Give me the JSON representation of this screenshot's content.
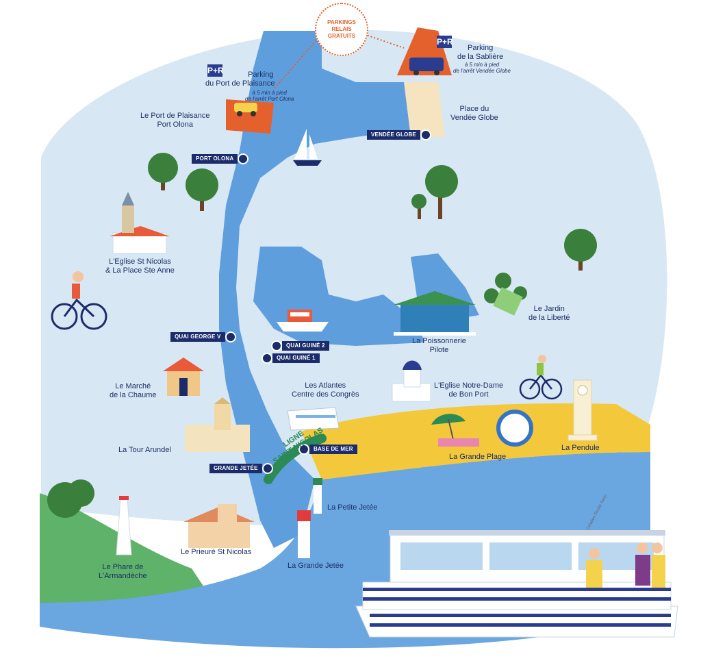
{
  "badge": {
    "line1": "PARKINGS",
    "line2": "RELAIS",
    "line3": "GRATUITS"
  },
  "parking_icon": "P+R",
  "parkings": {
    "plaisance": {
      "title_l1": "Parking",
      "title_l2": "du Port de Plaisance",
      "note_l1": "à 5 min à pied",
      "note_l2": "de l'arrêt Port Olona"
    },
    "sabliere": {
      "title_l1": "Parking",
      "title_l2": "de la Sablière",
      "note_l1": "à 5 min à pied",
      "note_l2": "de l'arrêt Vendée Globe"
    }
  },
  "stops": {
    "vendee_globe": "VENDÉE GLOBE",
    "port_olona": "PORT OLONA",
    "quai_george": "QUAI GEORGE V",
    "quai_guine2": "QUAI GUINÉ 2",
    "quai_guine1": "QUAI GUINÉ 1",
    "base_de_mer": "BASE DE MER",
    "grande_jetee": "GRANDE JETÉE"
  },
  "line_name": {
    "l1": "LIGNE",
    "l2": "SAINT-NICOLAS"
  },
  "places": {
    "port_plaisance": {
      "l1": "Le Port de Plaisance",
      "l2": "Port Olona"
    },
    "vendee_globe": {
      "l1": "Place du",
      "l2": "Vendée Globe"
    },
    "eglise_nicolas": {
      "l1": "L'Eglise St Nicolas",
      "l2": "& La Place Ste Anne"
    },
    "jardin": {
      "l1": "Le Jardin",
      "l2": "de la Liberté"
    },
    "poissonnerie": {
      "l1": "La Poissonnerie",
      "l2": "Pilote"
    },
    "marche": {
      "l1": "Le Marché",
      "l2": "de la Chaume"
    },
    "atlantes": {
      "l1": "Les Atlantes",
      "l2": "Centre des Congrès"
    },
    "notre_dame": {
      "l1": "L'Eglise Notre-Dame",
      "l2": "de Bon Port"
    },
    "tour_arundel": "La Tour Arundel",
    "grande_plage": "La Grande Plage",
    "pendule": "La Pendule",
    "petite_jetee": "La Petite Jetée",
    "prieure": "Le Prieuré St Nicolas",
    "grande_jetee": "La Grande Jetée",
    "phare": {
      "l1": "Le Phare de",
      "l2": "L'Armandèche"
    }
  },
  "credit": "Création Studio Tonio",
  "colors": {
    "land": "#d7e7f3",
    "water": "#5f9edc",
    "sea": "#6aa6df",
    "beach": "#f3c83a",
    "green": "#5eb26a",
    "navy": "#1c2c6b",
    "parking": "#e4602d",
    "route": "#2c8a55"
  }
}
